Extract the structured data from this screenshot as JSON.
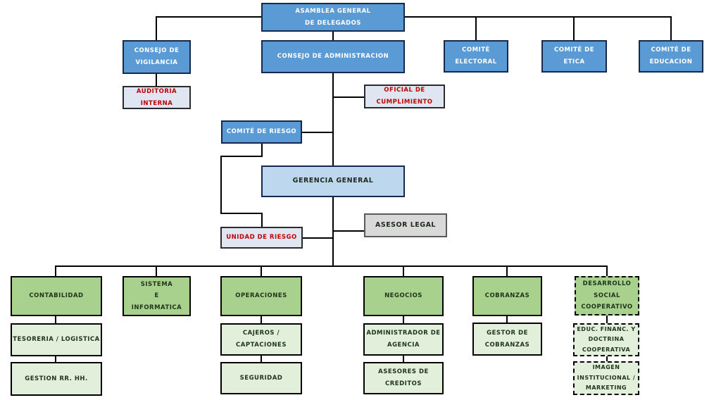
{
  "colors": {
    "blue": "#5B9BD5",
    "blue_border": "#16294C",
    "light_blue": "#BDD7EE",
    "lavender": "#DFE5F1",
    "gray": "#D9D9D9",
    "gray_border": "#595959",
    "green": "#A9D18E",
    "light_green": "#E2EFDA",
    "red_text": "#C00000",
    "green_text": "#1E341B",
    "dark_text": "#1F2A1C",
    "white_text": "#FFFFFF",
    "line": "#000000"
  },
  "nodes": {
    "asamblea": {
      "lines": [
        "ASAMBLEA GENERAL",
        "DE DELEGADOS"
      ]
    },
    "consejo_vigilancia": {
      "lines": [
        "CONSEJO DE",
        "VIGILANCIA"
      ]
    },
    "consejo_administracion": {
      "lines": [
        "CONSEJO DE ADMINISTRACION"
      ]
    },
    "comite_electoral": {
      "lines": [
        "COMITÉ",
        "ELECTORAL"
      ]
    },
    "comite_etica": {
      "lines": [
        "COMITÉ DE",
        "ETICA"
      ]
    },
    "comite_educacion": {
      "lines": [
        "COMITÉ DE",
        "EDUCACION"
      ]
    },
    "auditoria_interna": {
      "lines": [
        "AUDITORIA",
        "INTERNA"
      ]
    },
    "oficial_cumplimiento": {
      "lines": [
        "OFICIAL DE",
        "CUMPLIMIENTO"
      ]
    },
    "comite_riesgo": {
      "lines": [
        "COMITÉ DE RIESGO"
      ]
    },
    "gerencia_general": {
      "lines": [
        "GERENCIA GENERAL"
      ]
    },
    "unidad_riesgo": {
      "lines": [
        "UNIDAD DE RIESGO"
      ]
    },
    "asesor_legal": {
      "lines": [
        "ASESOR LEGAL"
      ]
    },
    "contabilidad": {
      "lines": [
        "CONTABILIDAD"
      ]
    },
    "sistema_informatica": {
      "lines": [
        "SISTEMA",
        "E",
        "INFORMATICA"
      ]
    },
    "operaciones": {
      "lines": [
        "OPERACIONES"
      ]
    },
    "negocios": {
      "lines": [
        "NEGOCIOS"
      ]
    },
    "cobranzas": {
      "lines": [
        "COBRANZAS"
      ]
    },
    "desarrollo_social": {
      "lines": [
        "DESARROLLO",
        "SOCIAL",
        "COOPERATIVO"
      ]
    },
    "tesoreria_logistica": {
      "lines": [
        "TESORERIA / LOGISTICA"
      ]
    },
    "gestion_rrhh": {
      "lines": [
        "GESTION RR. HH."
      ]
    },
    "cajeros_captaciones": {
      "lines": [
        "CAJEROS /",
        "CAPTACIONES"
      ]
    },
    "seguridad": {
      "lines": [
        "SEGURIDAD"
      ]
    },
    "administrador_agencia": {
      "lines": [
        "ADMINISTRADOR DE",
        "AGENCIA"
      ]
    },
    "asesores_creditos": {
      "lines": [
        "ASESORES DE",
        "CREDITOS"
      ]
    },
    "gestor_cobranzas": {
      "lines": [
        "GESTOR DE",
        "COBRANZAS"
      ]
    },
    "educ_financ_doctrina": {
      "lines": [
        "EDUC. FINANC. Y",
        "DOCTRINA",
        "COOPERATIVA"
      ]
    },
    "imagen_institucional": {
      "lines": [
        "IMAGEN",
        "INSTITUCIONAL /",
        "MARKETING"
      ]
    }
  }
}
